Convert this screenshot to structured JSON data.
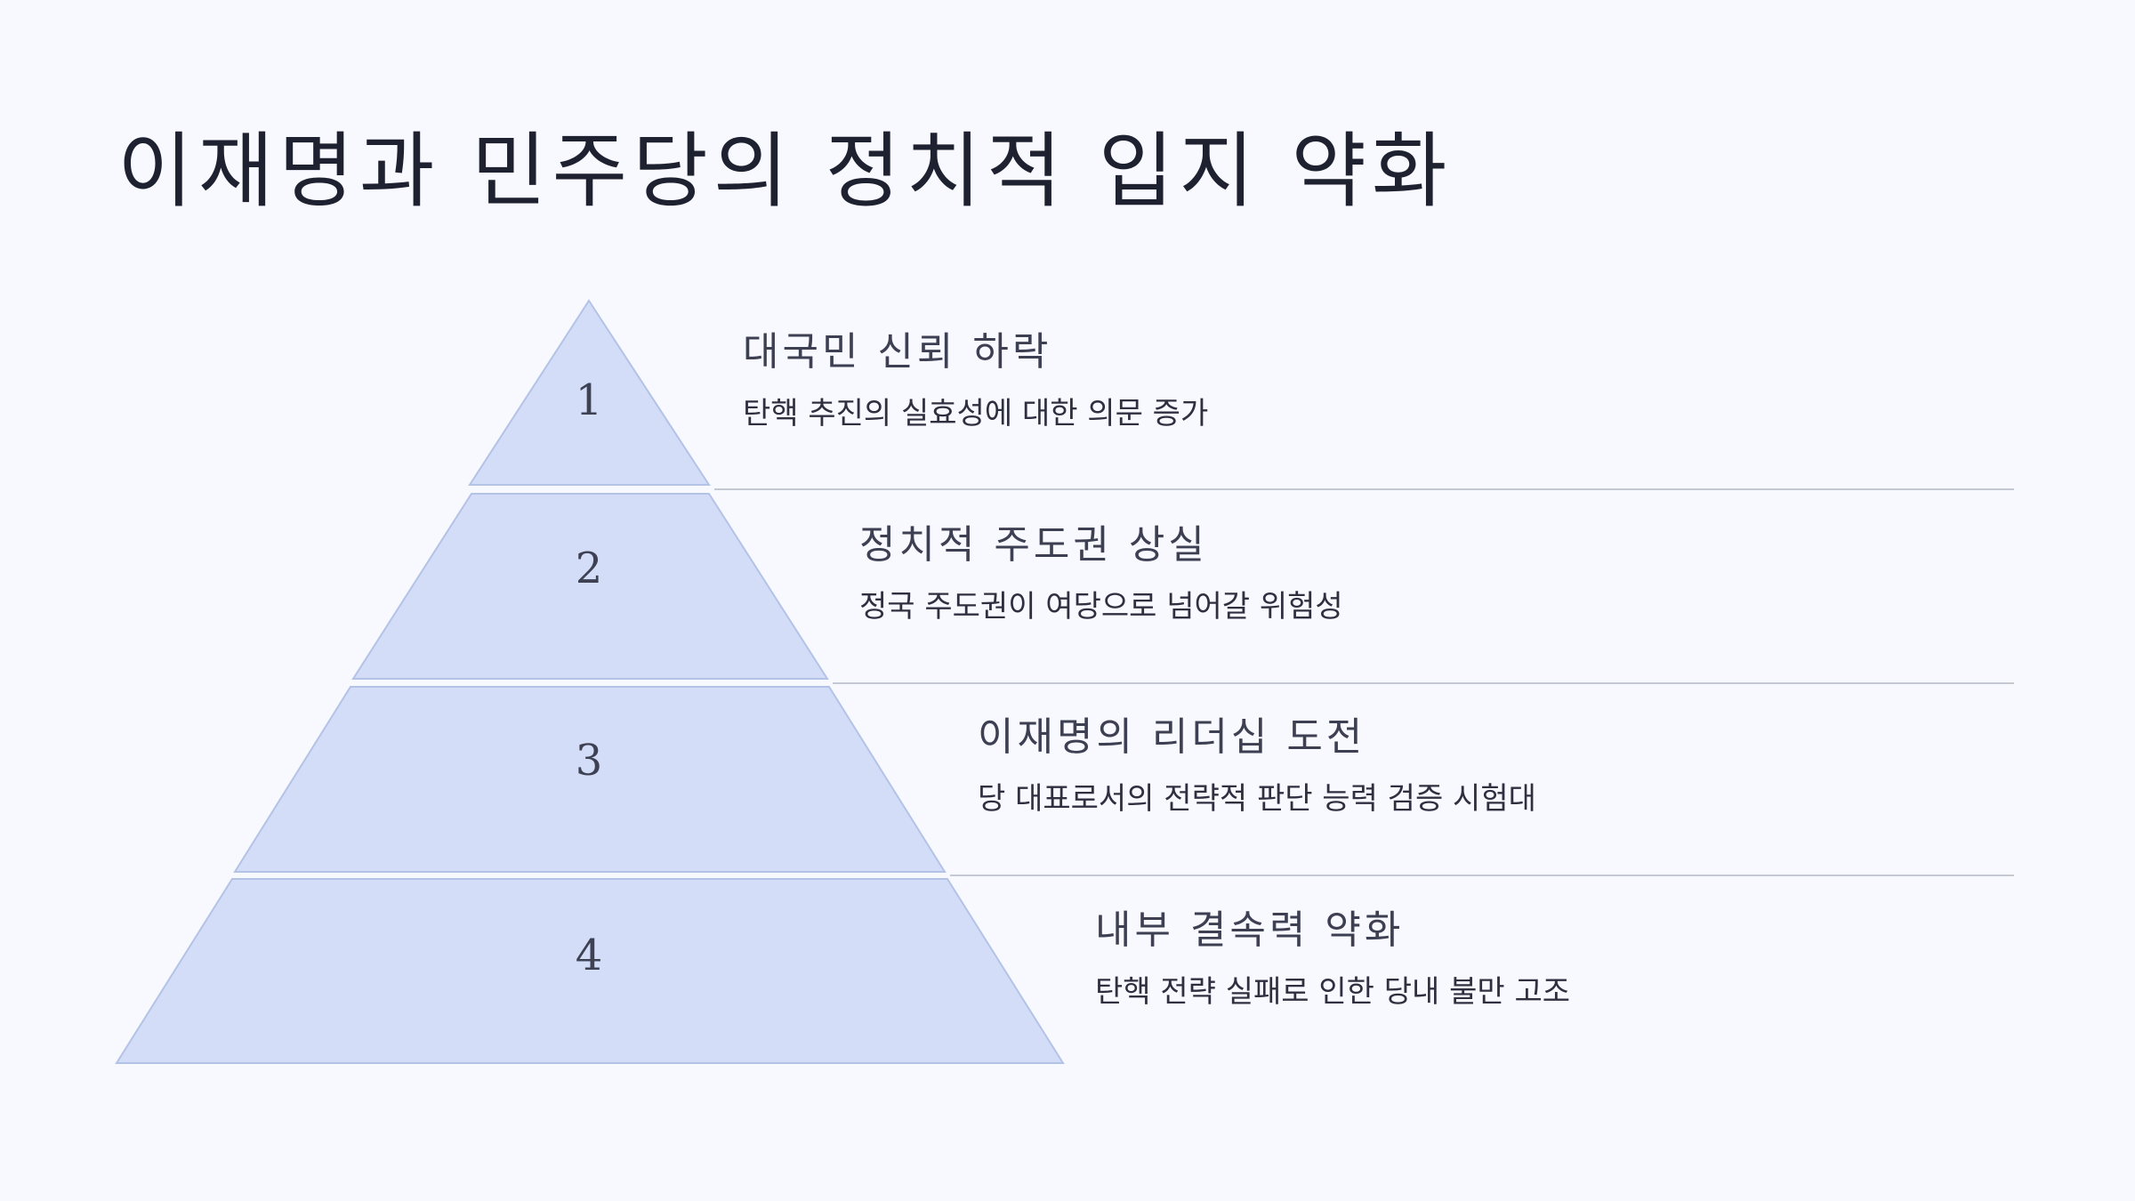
{
  "page": {
    "title": "이재명과 민주당의 정치적 입지 약화",
    "background_color": "#f8f8ff"
  },
  "pyramid": {
    "fill_color": "#d3ddf7",
    "stroke_color": "#b3c3e6",
    "tiers": [
      {
        "number": "1",
        "heading": "대국민 신뢰 하락",
        "description": "탄핵 추진의 실효성에 대한 의문 증가"
      },
      {
        "number": "2",
        "heading": "정치적 주도권 상실",
        "description": "정국 주도권이 여당으로 넘어갈 위험성"
      },
      {
        "number": "3",
        "heading": "이재명의 리더십 도전",
        "description": "당 대표로서의 전략적 판단 능력 검증 시험대"
      },
      {
        "number": "4",
        "heading": "내부 결속력 약화",
        "description": "탄핵 전략 실패로 인한 당내 불만 고조"
      }
    ]
  }
}
